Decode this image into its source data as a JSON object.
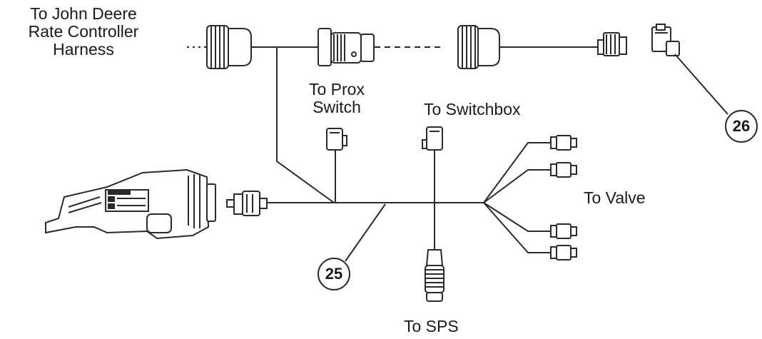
{
  "labels": {
    "john_deere_line1": "To John Deere",
    "john_deere_line2": "Rate Controller",
    "john_deere_line3": "Harness",
    "prox_line1": "To Prox",
    "prox_line2": "Switch",
    "switchbox": "To Switchbox",
    "valve": "To Valve",
    "sps": "To SPS"
  },
  "callouts": {
    "harness_number": "25",
    "adapter_number": "26"
  },
  "colors": {
    "line": "#2a2a2a",
    "fill": "#ffffff",
    "text": "#1a1a1a"
  }
}
